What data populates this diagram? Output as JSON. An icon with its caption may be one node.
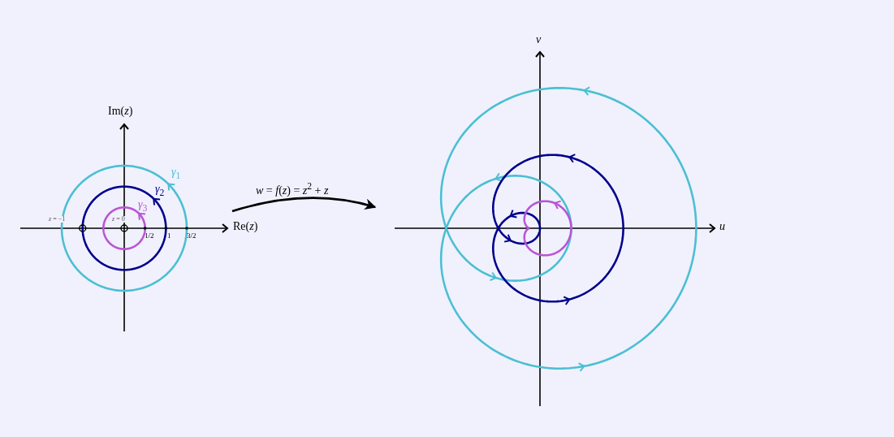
{
  "diagram": {
    "nodes": [
      {
        "text": [],
        "shape": "picture"
      },
      {
        "text": [],
        "shape": "picture"
      }
    ],
    "edges": [
      {
        "from": 0,
        "to": 1,
        "arrow": "to",
        "label": "*w* = *f*(*z*) = *z*$^{2}$ + *z*"
      }
    ],
    "labels": [
      "Im(*z*)",
      "*γ*$_{1}$",
      "*γ*$_{2}$",
      "*γ*$_{3}$",
      "*z* = −1",
      "*z* = 0",
      "Re(*z*)",
      "1/2",
      "1",
      "3/2",
      "*v*",
      "*u*"
    ]
  }
}
